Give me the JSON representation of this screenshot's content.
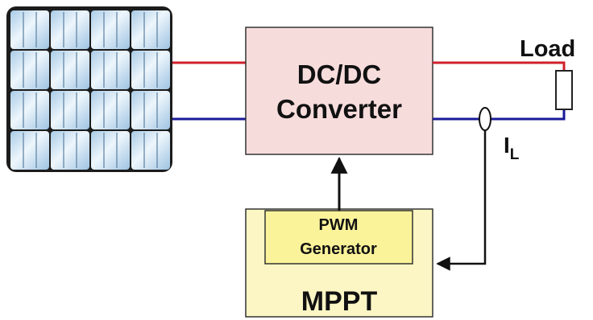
{
  "converter": {
    "line1": "DC/DC",
    "line2": "Converter"
  },
  "load": {
    "label": "Load"
  },
  "current_sensor": {
    "symbol": "I",
    "subscript": "L"
  },
  "pwm": {
    "line1": "PWM",
    "line2": "Generator"
  },
  "mppt": {
    "label": "MPPT"
  },
  "colors": {
    "positive_wire": "#d0202a",
    "negative_wire": "#1a1a9a",
    "signal_wire": "#111111",
    "converter_fill": "#f7dcdc",
    "mppt_fill": "#fbf6c4",
    "pwm_fill": "#fbf39a",
    "panel_frame": "#1a1a1a",
    "panel_cell": "#cfe3f2"
  },
  "icons": [
    "solar-panel-icon",
    "resistor-icon",
    "current-sensor-icon",
    "arrow-icon"
  ]
}
